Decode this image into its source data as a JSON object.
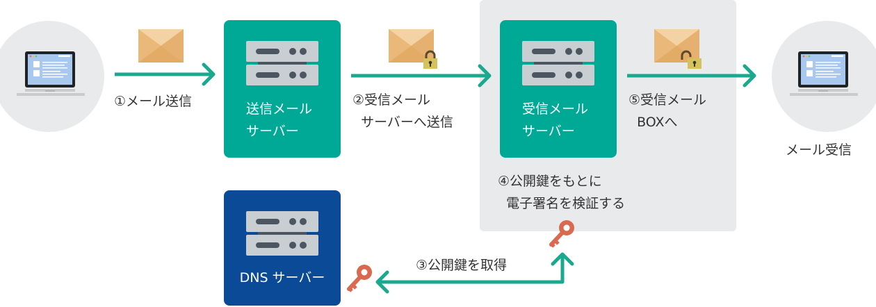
{
  "colors": {
    "arrow": "#1aa98f",
    "server_box": "#00a896",
    "dns_box": "#0a4a97",
    "panel": "#e9eaec",
    "key": "#d9694f",
    "envelope": "#e9b777",
    "lock": "#d4c25c"
  },
  "nodes": {
    "sender_pc": {
      "icon": "laptop-icon"
    },
    "send_server": {
      "label_line1": "送信メール",
      "label_line2": "サーバー",
      "icon": "server-icon"
    },
    "receive_server": {
      "label_line1": "受信メール",
      "label_line2": "サーバー",
      "icon": "server-icon"
    },
    "dns_server": {
      "label": "DNS サーバー",
      "icon": "server-icon"
    },
    "receiver_pc": {
      "label": "メール受信",
      "icon": "laptop-icon"
    }
  },
  "steps": {
    "step1": {
      "text": "①メール送信"
    },
    "step2": {
      "line1": "②受信メール",
      "line2": "  サーバーへ送信"
    },
    "step3": {
      "text": "③公開鍵を取得"
    },
    "step4": {
      "line1": "④公開鍵をもとに",
      "line2": "  電子署名を検証する"
    },
    "step5": {
      "line1": "⑤受信メール",
      "line2": "  BOXへ"
    }
  }
}
